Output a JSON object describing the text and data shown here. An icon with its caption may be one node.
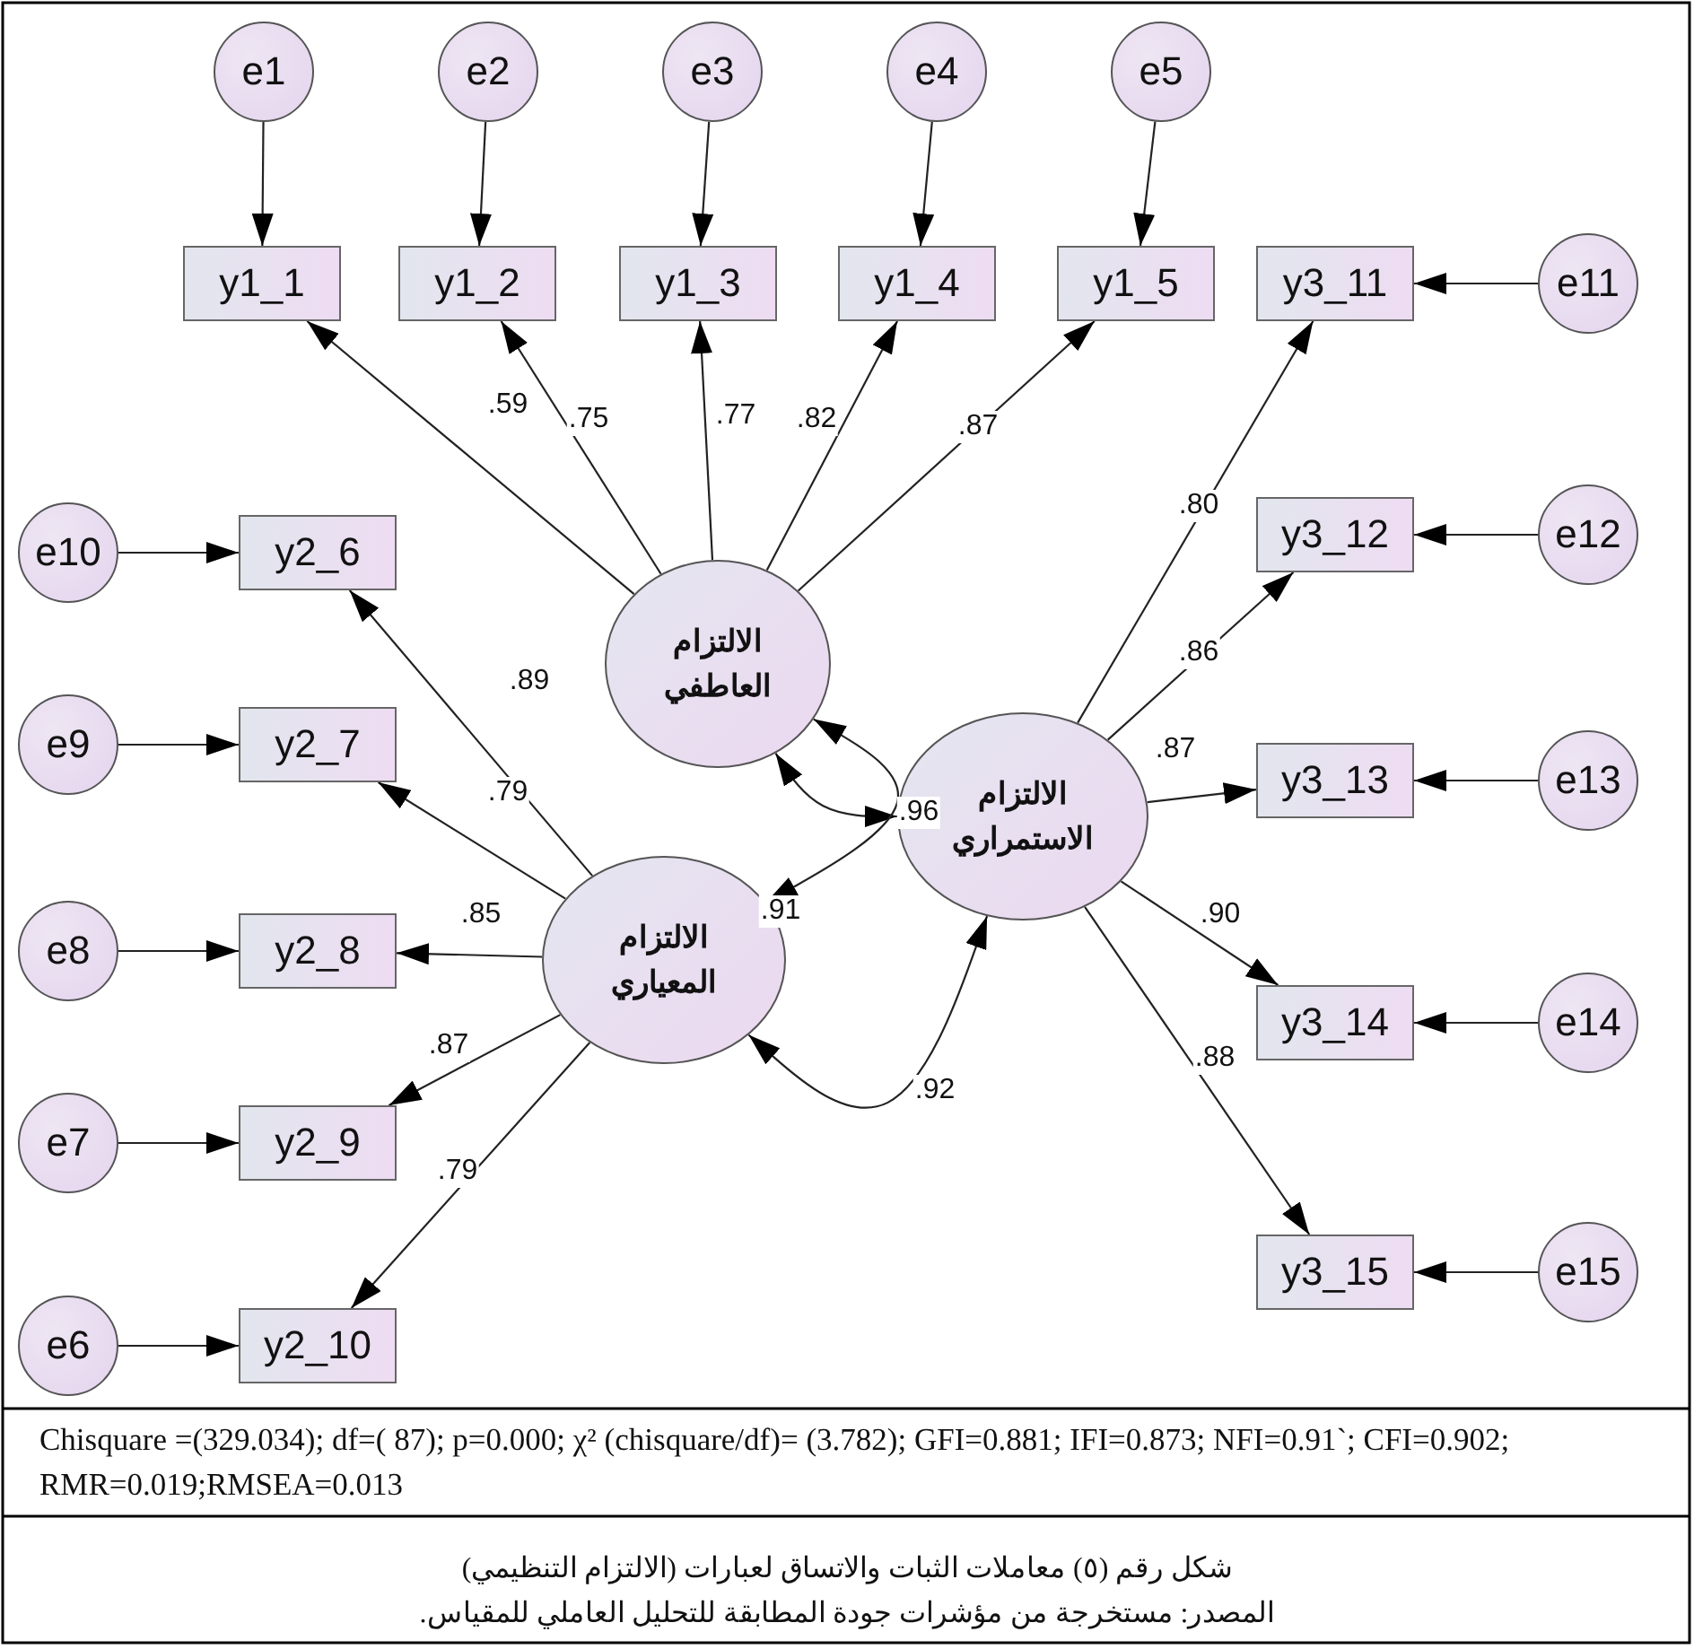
{
  "diagram": {
    "caption": "شكل رقم (٥) معاملات الثبات والاتساق لعبارات (الالتزام التنظيمي)",
    "nodes": [
      {
        "text": [
          "e1"
        ]
      },
      {
        "text": [
          "e2"
        ]
      },
      {
        "text": [
          "e3"
        ]
      },
      {
        "text": [
          "e4"
        ]
      },
      {
        "text": [
          "e5"
        ]
      },
      {
        "text": [
          "y1_1"
        ]
      },
      {
        "text": [
          "y1_2"
        ]
      },
      {
        "text": [
          "y1_3"
        ]
      },
      {
        "text": [
          "y1_4"
        ]
      },
      {
        "text": [
          "y1_5"
        ]
      },
      {
        "text": [
          "y3_11"
        ]
      },
      {
        "text": [
          "e11"
        ]
      },
      {
        "text": [
          "e10"
        ]
      },
      {
        "text": [
          "y2_6"
        ]
      },
      {
        "text": [
          "y3_12"
        ]
      },
      {
        "text": [
          "e12"
        ]
      },
      {
        "text": [
          "الالتزام العاطفي"
        ]
      },
      {
        "text": [
          "e9"
        ]
      },
      {
        "text": [
          "y2_7"
        ]
      },
      {
        "text": [
          "الالتزام الاستمراري"
        ]
      },
      {
        "text": [
          "y3_13"
        ]
      },
      {
        "text": [
          "e13"
        ]
      },
      {
        "text": [
          "e8"
        ]
      },
      {
        "text": [
          "y2_8"
        ]
      },
      {
        "text": [
          "الالتزام المعياري"
        ]
      },
      {
        "text": [
          "y3_14"
        ]
      },
      {
        "text": [
          "e14"
        ]
      },
      {
        "text": [
          "e7"
        ]
      },
      {
        "text": [
          "y2_9"
        ]
      },
      {
        "text": [
          "e6"
        ]
      },
      {
        "text": [
          "y2_10"
        ]
      },
      {
        "text": [
          "y3_15"
        ]
      },
      {
        "text": [
          "e15"
        ]
      }
    ],
    "edges": [
      {
        "from": 0,
        "to": 5,
        "arrow": "to"
      },
      {
        "from": 1,
        "to": 6,
        "arrow": "to"
      },
      {
        "from": 2,
        "to": 7,
        "arrow": "to"
      },
      {
        "from": 3,
        "to": 8,
        "arrow": "to"
      },
      {
        "from": 4,
        "to": 9,
        "arrow": "to"
      },
      {
        "from": 11,
        "to": 10,
        "arrow": "to"
      },
      {
        "from": 15,
        "to": 14,
        "arrow": "to"
      },
      {
        "from": 21,
        "to": 20,
        "arrow": "to"
      },
      {
        "from": 26,
        "to": 25,
        "arrow": "to"
      },
      {
        "from": 32,
        "to": 31,
        "arrow": "to"
      },
      {
        "from": 12,
        "to": 13,
        "arrow": "to"
      },
      {
        "from": 17,
        "to": 18,
        "arrow": "to"
      },
      {
        "from": 22,
        "to": 23,
        "arrow": "to"
      },
      {
        "from": 27,
        "to": 28,
        "arrow": "to"
      },
      {
        "from": 29,
        "to": 30,
        "arrow": "to"
      },
      {
        "from": 16,
        "to": 5,
        "arrow": "to",
        "label": ".59"
      },
      {
        "from": 16,
        "to": 6,
        "arrow": "to",
        "label": ".75"
      },
      {
        "from": 16,
        "to": 7,
        "arrow": "to",
        "label": ".77"
      },
      {
        "from": 16,
        "to": 8,
        "arrow": "to",
        "label": ".82"
      },
      {
        "from": 16,
        "to": 9,
        "arrow": "to",
        "label": ".87"
      },
      {
        "from": 19,
        "to": 10,
        "arrow": "to",
        "label": ".80"
      },
      {
        "from": 19,
        "to": 14,
        "arrow": "to",
        "label": ".86"
      },
      {
        "from": 19,
        "to": 20,
        "arrow": "to",
        "label": ".87"
      },
      {
        "from": 19,
        "to": 25,
        "arrow": "to",
        "label": ".90"
      },
      {
        "from": 19,
        "to": 31,
        "arrow": "to",
        "label": ".88"
      },
      {
        "from": 24,
        "to": 13,
        "arrow": "to",
        "label": ".89"
      },
      {
        "from": 24,
        "to": 18,
        "arrow": "to",
        "label": ".79"
      },
      {
        "from": 24,
        "to": 23,
        "arrow": "to",
        "label": ".85"
      },
      {
        "from": 24,
        "to": 28,
        "arrow": "to",
        "label": ".87"
      },
      {
        "from": 24,
        "to": 30,
        "arrow": "to",
        "label": ".79"
      },
      {
        "from": 16,
        "to": 19,
        "arrow": "both",
        "label": ".96"
      },
      {
        "from": 16,
        "to": 24,
        "arrow": "both",
        "label": ".91"
      },
      {
        "from": 24,
        "to": 19,
        "arrow": "both",
        "label": ".92"
      }
    ],
    "labels": [
      "Chisquare =(329.034); df=( 87); p=0.000; χ² (chisquare/df)= (3.782); GFI=0.881; IFI=0.873; NFI=0.91`; CFI=0.902; RMR=0.019;RMSEA=0.013",
      "المصدر: مستخرجة من مؤشرات جودة المطابقة للتحليل العاملي للمقياس."
    ]
  }
}
